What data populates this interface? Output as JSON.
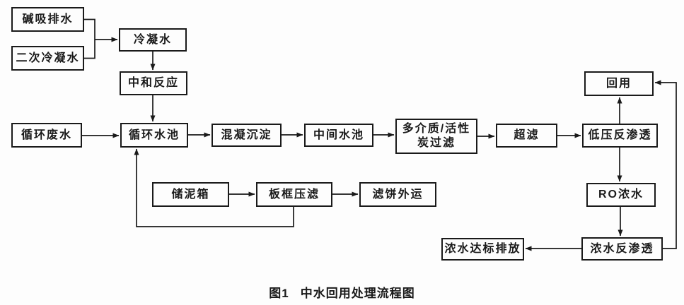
{
  "diagram": {
    "type": "flowchart",
    "caption": {
      "fig_label": "图1",
      "title": "中水回用处理流程图"
    },
    "nodes": {
      "alkali_absorb_drain": "碱吸排水",
      "secondary_condensate": "二次冷凝水",
      "condensate": "冷凝水",
      "neutralization": "中和反应",
      "circulating_wastewater": "循环废水",
      "circulating_pool": "循环水池",
      "coagulation_sedimentation": "混凝沉淀",
      "intermediate_pool": "中间水池",
      "multimedia_carbon_filter": "多介质/活性\n炭过滤",
      "ultrafiltration": "超滤",
      "low_pressure_ro": "低压反渗透",
      "reuse": "回用",
      "ro_concentrate": "RO浓水",
      "concentrate_ro": "浓水反渗透",
      "concentrate_discharge": "浓水达标排放",
      "sludge_tank": "储泥箱",
      "plate_frame_filter_press": "板框压滤",
      "filter_cake_removal": "滤饼外运"
    },
    "edges": [
      {
        "from": "碱吸排水",
        "to": "冷凝水"
      },
      {
        "from": "二次冷凝水",
        "to": "冷凝水"
      },
      {
        "from": "冷凝水",
        "to": "中和反应"
      },
      {
        "from": "中和反应",
        "to": "循环水池"
      },
      {
        "from": "循环废水",
        "to": "循环水池"
      },
      {
        "from": "循环水池",
        "to": "混凝沉淀"
      },
      {
        "from": "混凝沉淀",
        "to": "中间水池"
      },
      {
        "from": "中间水池",
        "to": "多介质/活性炭过滤"
      },
      {
        "from": "多介质/活性炭过滤",
        "to": "超滤"
      },
      {
        "from": "超滤",
        "to": "低压反渗透"
      },
      {
        "from": "低压反渗透",
        "to": "回用"
      },
      {
        "from": "低压反渗透",
        "to": "RO浓水"
      },
      {
        "from": "RO浓水",
        "to": "浓水反渗透"
      },
      {
        "from": "浓水反渗透",
        "to": "浓水达标排放"
      },
      {
        "from": "浓水反渗透",
        "to": "回用"
      },
      {
        "from": "储泥箱",
        "to": "板框压滤"
      },
      {
        "from": "板框压滤",
        "to": "滤饼外运"
      },
      {
        "from": "板框压滤",
        "to": "循环水池"
      }
    ],
    "colors": {
      "line": "#1a1a1a",
      "box_background": "#fdfdfd",
      "text": "#1a1a1a"
    }
  }
}
